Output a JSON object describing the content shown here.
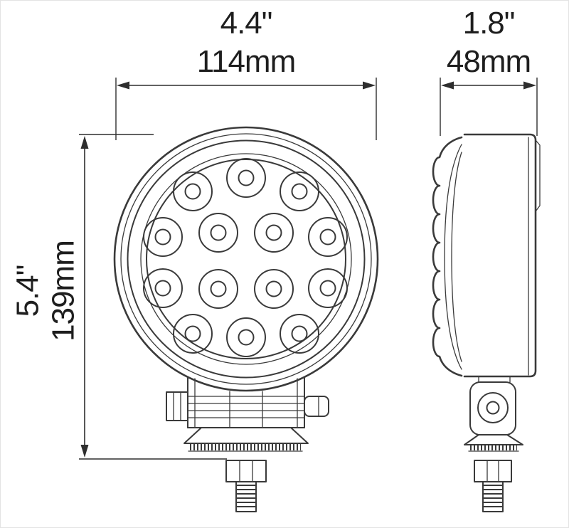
{
  "drawing": {
    "type": "technical-dimension-drawing",
    "subject": "round LED work light, front and side orthographic views",
    "front_view": {
      "width_label_in": "4.4\"",
      "width_label_mm": "114mm",
      "height_label_in": "5.4\"",
      "height_label_mm": "139mm",
      "led_count": 14,
      "bezel_ring_count": 5
    },
    "side_view": {
      "depth_label_in": "1.8\"",
      "depth_label_mm": "48mm"
    },
    "colors": {
      "line": "#3a3a3a",
      "text": "#1e1e1e",
      "background": "#ffffff"
    }
  }
}
